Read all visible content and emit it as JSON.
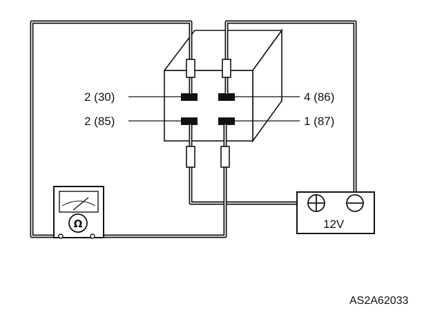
{
  "relay": {
    "terminals": {
      "top_left": "2 (30)",
      "top_right": "4 (86)",
      "bottom_left": "2 (85)",
      "bottom_right": "1 (87)"
    }
  },
  "battery": {
    "label": "12V",
    "positive_symbol": "+",
    "negative_symbol": "−"
  },
  "ohmmeter": {
    "symbol": "Ω"
  },
  "figure_code": "AS2A62033",
  "colors": {
    "line": "#111111",
    "background": "#ffffff",
    "terminal": "#111111"
  }
}
